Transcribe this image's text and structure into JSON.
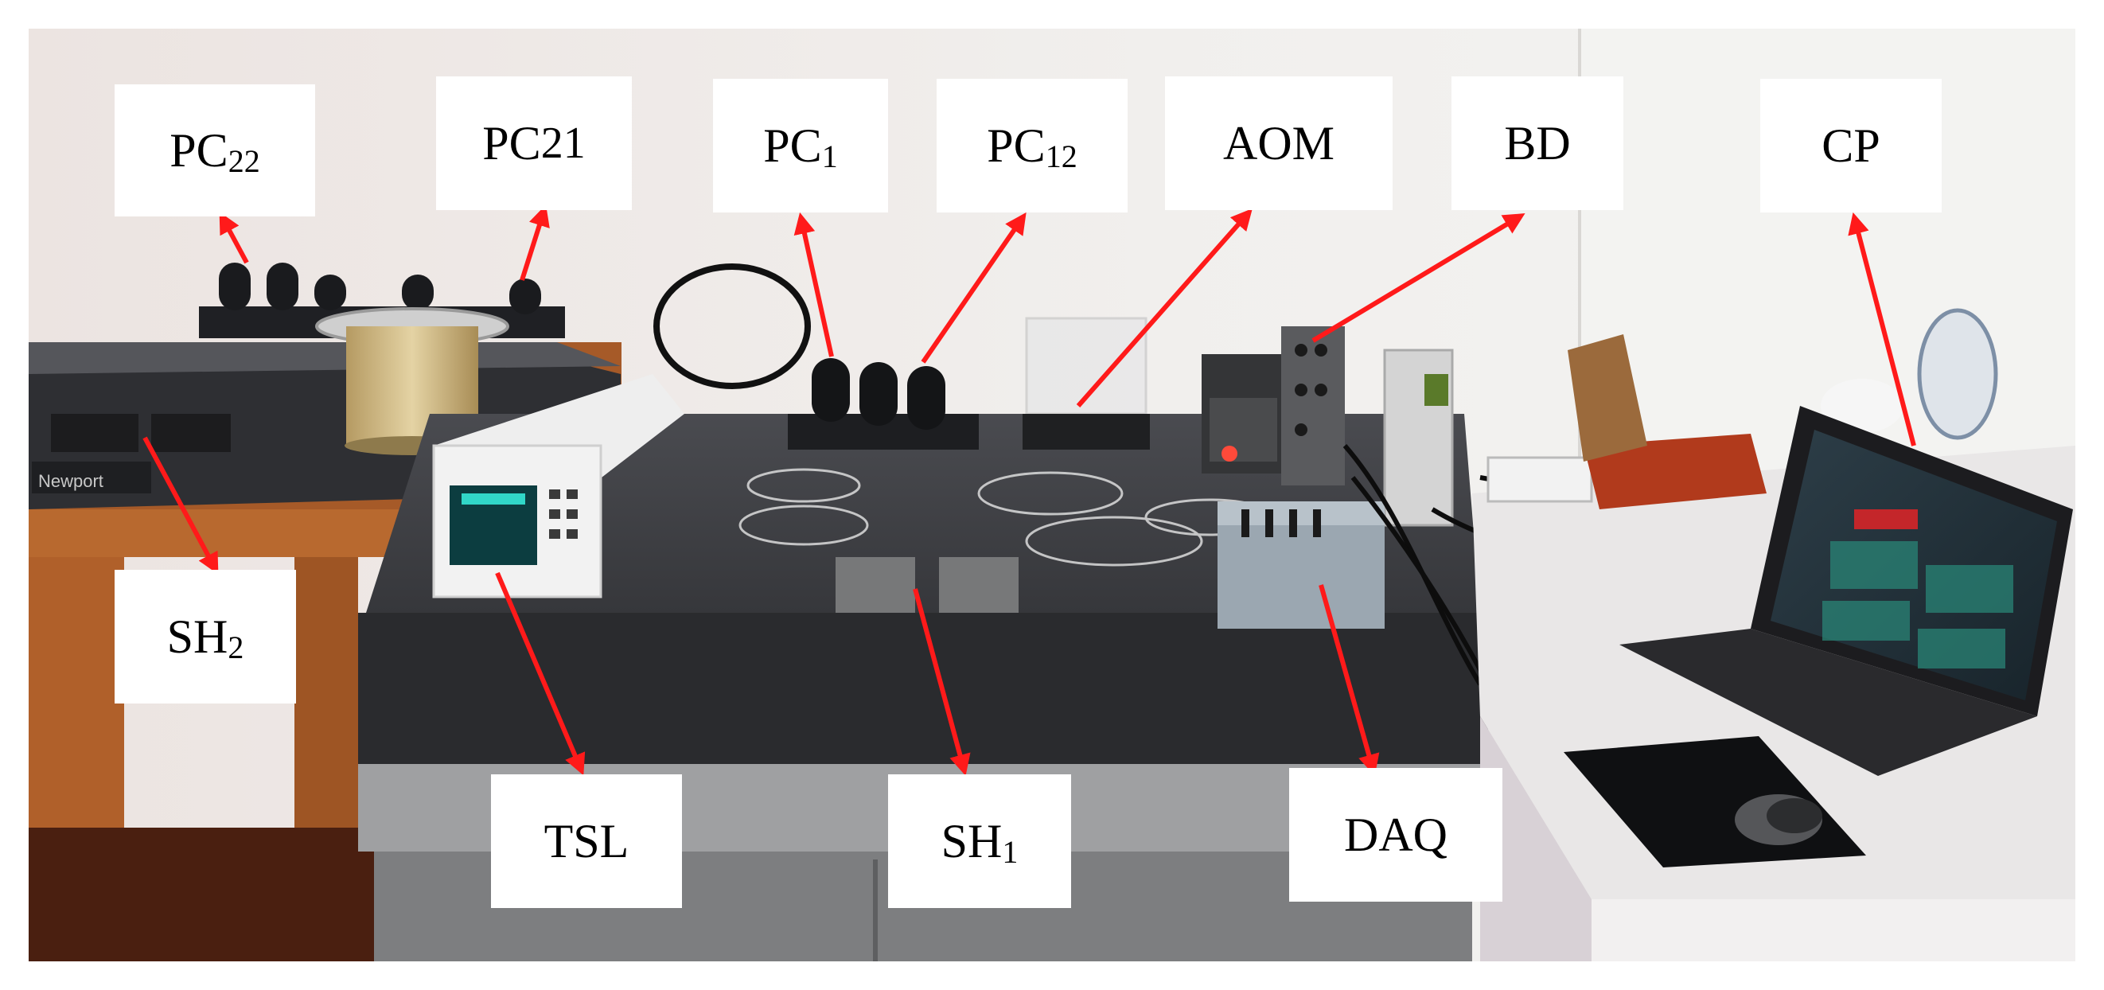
{
  "labels": {
    "pc22": {
      "main": "PC",
      "sub": "22"
    },
    "pc21": {
      "main": "PC",
      "sub": "21"
    },
    "pc1": {
      "main": "PC",
      "sub": "1"
    },
    "pc12": {
      "main": "PC",
      "sub": "12"
    },
    "aom": {
      "main": "AOM",
      "sub": ""
    },
    "bd": {
      "main": "BD",
      "sub": ""
    },
    "cp": {
      "main": "CP",
      "sub": ""
    },
    "sh2": {
      "main": "SH",
      "sub": "2"
    },
    "tsl": {
      "main": "TSL",
      "sub": ""
    },
    "sh1": {
      "main": "SH",
      "sub": "1"
    },
    "daq": {
      "main": "DAQ",
      "sub": ""
    }
  },
  "colors": {
    "arrow": "#ff1a1a",
    "wall": "#efecea",
    "table_top": "#3b3c40",
    "table_side": "#2a2b2e",
    "desk_wood": "#b0602a",
    "desk_white": "#e8e6e6",
    "frame": "#ffffff"
  },
  "icons": {
    "arrow": "red-arrow-icon"
  }
}
